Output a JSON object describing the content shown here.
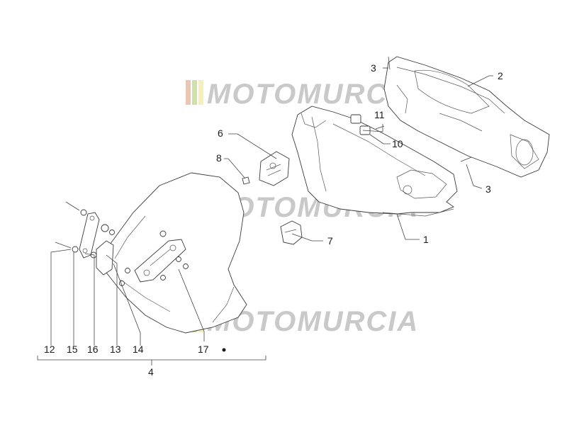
{
  "watermark": {
    "text": "MOTOMURCIA",
    "stripe_colors": [
      "#e9c7b5",
      "#cfe0a8",
      "#f3efc2",
      "#f5c3c3",
      "#c8d6a7"
    ],
    "text_color": "#c9c9c9"
  },
  "callouts": {
    "p1": "1",
    "p2": "2",
    "p3a": "3",
    "p3b": "3",
    "p4": "4",
    "p6": "6",
    "p7": "7",
    "p8": "8",
    "p10": "10",
    "p11": "11",
    "p12": "12",
    "p13": "13",
    "p14": "14",
    "p15": "15",
    "p16": "16",
    "p17": "17"
  }
}
